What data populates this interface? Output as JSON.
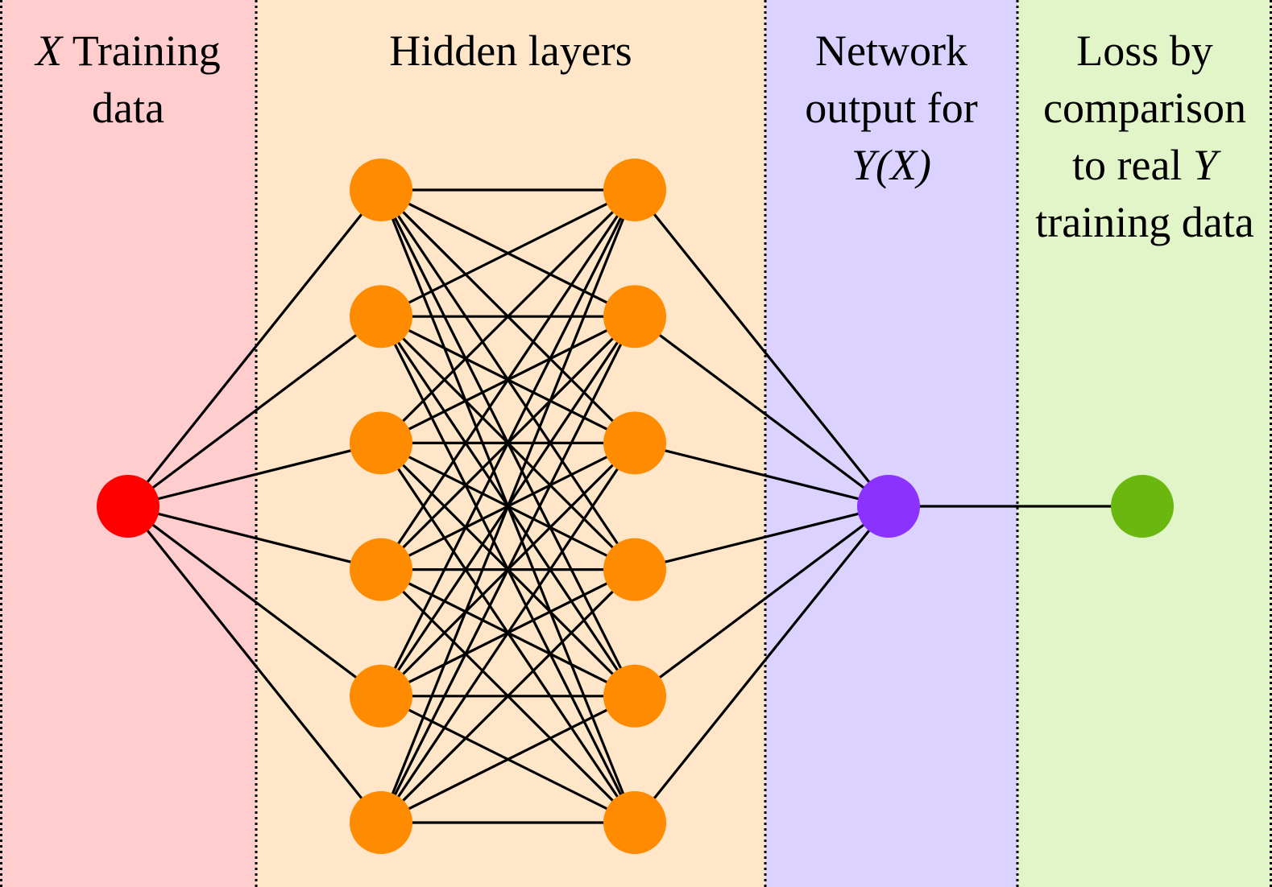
{
  "panels": {
    "input": {
      "lines": [
        {
          "math": "X",
          "text": " Training"
        },
        {
          "text": "data"
        }
      ]
    },
    "hidden": {
      "lines": [
        {
          "text": "Hidden layers"
        }
      ]
    },
    "output": {
      "lines": [
        {
          "text": "Network"
        },
        {
          "text": "output for"
        },
        {
          "math": "Y(X)"
        }
      ]
    },
    "loss": {
      "lines": [
        {
          "text": "Loss by"
        },
        {
          "text": "comparison"
        },
        {
          "text": "to real ",
          "math": "Y"
        },
        {
          "text": "training data"
        }
      ]
    }
  },
  "network": {
    "layers": [
      {
        "name": "input",
        "nodes": 1
      },
      {
        "name": "hidden-1",
        "nodes": 6
      },
      {
        "name": "hidden-2",
        "nodes": 6
      },
      {
        "name": "output",
        "nodes": 1
      },
      {
        "name": "loss",
        "nodes": 1
      }
    ]
  },
  "colors": {
    "input_panel": "#ffcdcd",
    "hidden_panel": "#ffe6c8",
    "output_panel": "#dcd2ff",
    "loss_panel": "#e2f5c8",
    "input_node": "#ff0000",
    "hidden_node": "#ff8c00",
    "output_node": "#8c32ff",
    "loss_node": "#6ab70f",
    "edge": "#000000",
    "divider": "#000000"
  }
}
